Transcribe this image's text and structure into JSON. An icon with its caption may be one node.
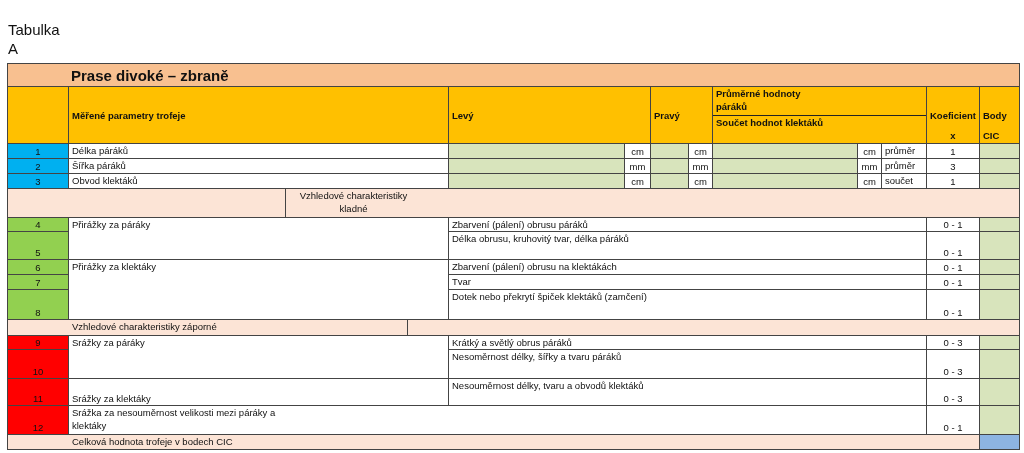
{
  "diagram": {
    "title": "Tabulka A",
    "labels": [
      "Prase divoké – zbraně",
      "Měřené parametry trofeje",
      "Levý",
      "Pravý",
      "Průměrné hodnoty páráků",
      "Koeficient",
      "Body",
      "Součet hodnot klektáků",
      "x",
      "CIC",
      "1",
      "Délka páráků",
      "cm",
      "cm",
      "cm",
      "průměr",
      "1",
      "2",
      "Šířka páráků",
      "mm",
      "mm",
      "mm",
      "průměr",
      "3",
      "3",
      "Obvod klektáků",
      "cm",
      "cm",
      "cm",
      "součet",
      "1",
      "Vzhledové charakteristiky kladné",
      "4",
      "Přirážky za páráky",
      "Zbarvení (pálení) obrusu páráků",
      "0 - 1",
      "5",
      "Délka obrusu, kruhovitý tvar, délka páráků",
      "0 - 1",
      "6",
      "Přirážky za klektáky",
      "Zbarvení (pálení) obrusu na klektákách",
      "0 - 1",
      "7",
      "Tvar",
      "0 - 1",
      "8",
      "Dotek nebo překrytí špiček klektáků (zamčení)",
      "0 - 1",
      "Vzhledové charakteristiky záporné",
      "9",
      "Srážky za páráky",
      "Krátký a světlý obrus páráků",
      "0 - 3",
      "10",
      "Nesoměrnost délky, šířky a tvaru páráků",
      "0 - 3",
      "11",
      "Srážky za klektáky",
      "Nesouměrnost délky, tvaru a obvodů klektáků",
      "0 - 3",
      "12",
      "Srážka za nesouměrnost velikosti mezi páráky a klektáky",
      "0 - 1",
      "Celková hodnota trofeje v bodech CIC"
    ]
  }
}
